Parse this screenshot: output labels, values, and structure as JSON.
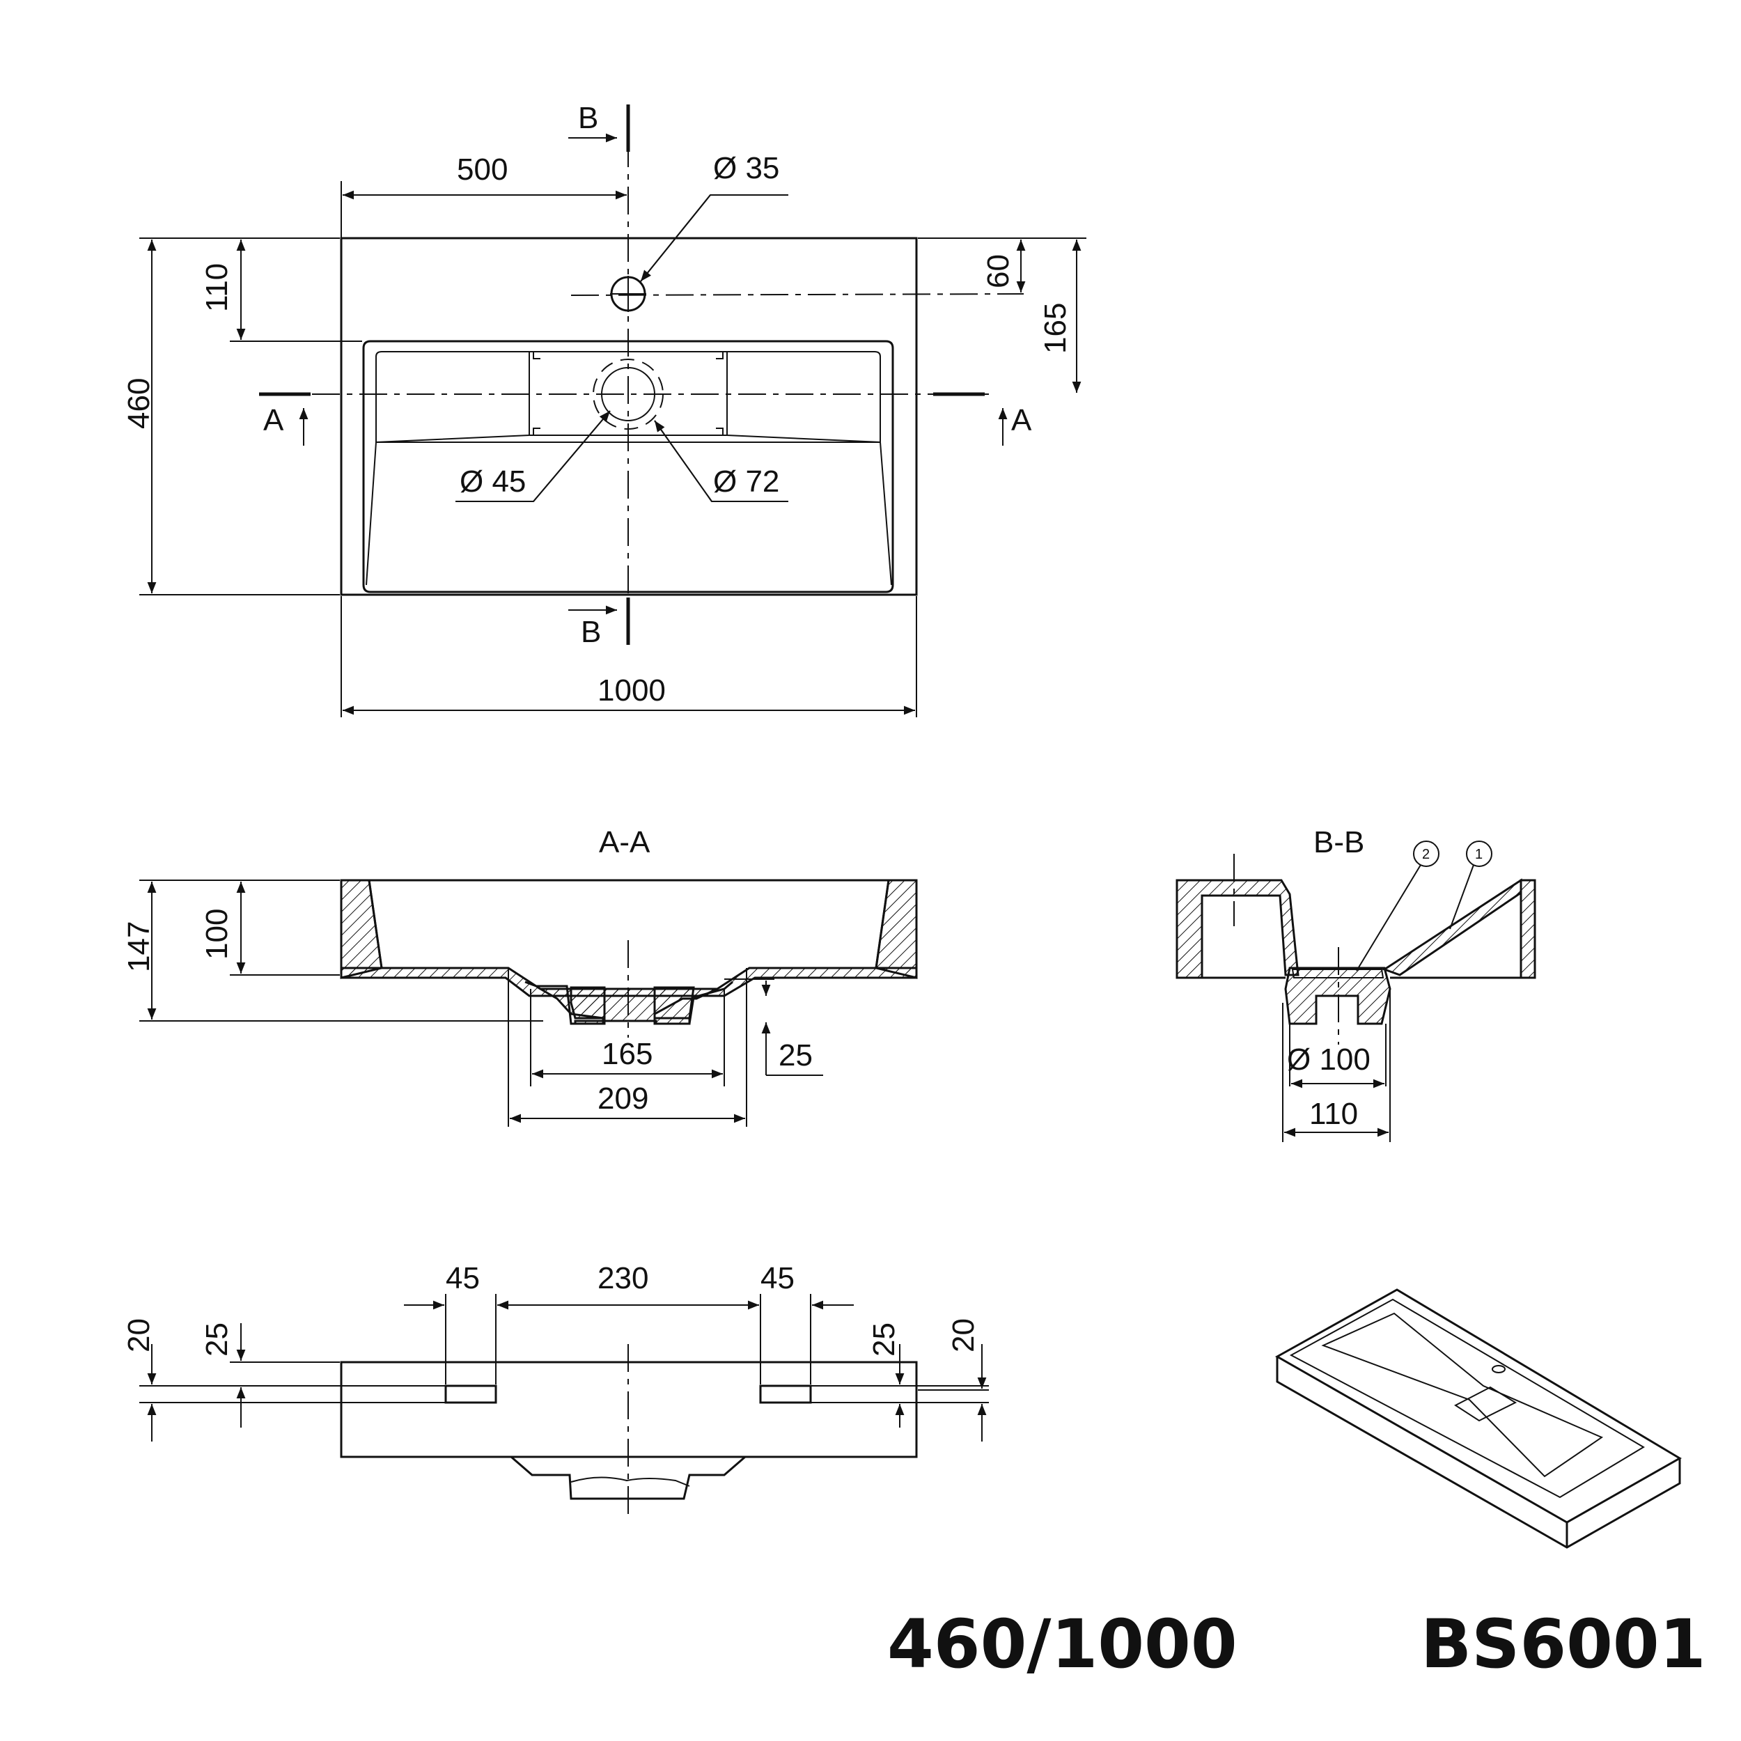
{
  "plan_view": {
    "section_marker_b_top": "B",
    "section_marker_b_bottom": "B",
    "section_marker_a_left": "A",
    "section_marker_a_right": "A",
    "dim_width_500": "500",
    "dim_tap_hole": "Ø 35",
    "dim_110": "110",
    "dim_60": "60",
    "dim_165": "165",
    "dim_460": "460",
    "dim_drain_45": "Ø 45",
    "dim_drain_72": "Ø 72",
    "dim_total_width": "1000"
  },
  "section_aa": {
    "title": "A-A",
    "dim_147": "147",
    "dim_100": "100",
    "dim_165": "165",
    "dim_209": "209",
    "dim_25": "25"
  },
  "section_bb": {
    "title": "B-B",
    "callout_2": "2",
    "callout_1": "1",
    "dim_diameter_100": "Ø 100",
    "dim_110": "110"
  },
  "front_view": {
    "dim_45_left": "45",
    "dim_230": "230",
    "dim_45_right": "45",
    "dim_20_left": "20",
    "dim_25_left": "25",
    "dim_25_right": "25",
    "dim_20_right": "20"
  },
  "title_block": {
    "size": "460/1000",
    "model": "BS6001"
  }
}
